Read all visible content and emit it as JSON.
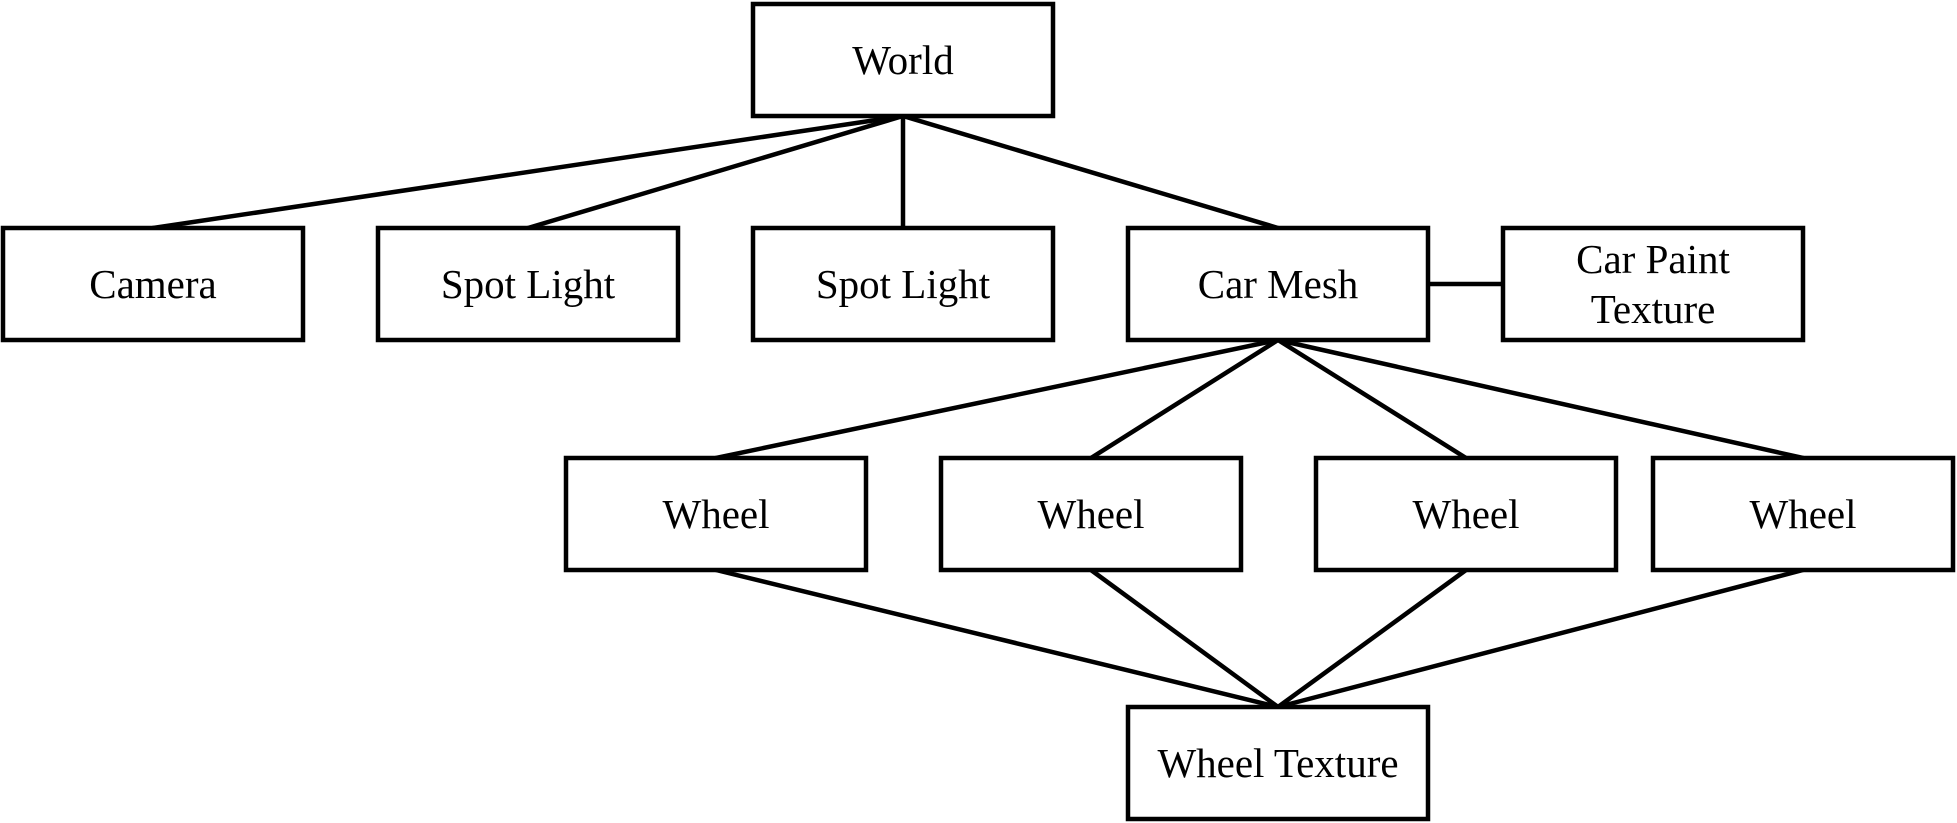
{
  "diagram": {
    "nodes": [
      {
        "id": "world",
        "label": [
          "World"
        ]
      },
      {
        "id": "camera",
        "label": [
          "Camera"
        ]
      },
      {
        "id": "spot-light-1",
        "label": [
          "Spot Light"
        ]
      },
      {
        "id": "spot-light-2",
        "label": [
          "Spot Light"
        ]
      },
      {
        "id": "car-mesh",
        "label": [
          "Car Mesh"
        ]
      },
      {
        "id": "car-paint-texture",
        "label": [
          "Car Paint",
          "Texture"
        ]
      },
      {
        "id": "wheel-1",
        "label": [
          "Wheel"
        ]
      },
      {
        "id": "wheel-2",
        "label": [
          "Wheel"
        ]
      },
      {
        "id": "wheel-3",
        "label": [
          "Wheel"
        ]
      },
      {
        "id": "wheel-4",
        "label": [
          "Wheel"
        ]
      },
      {
        "id": "wheel-texture",
        "label": [
          "Wheel Texture"
        ]
      }
    ],
    "edges": [
      {
        "from": "world",
        "to": "camera"
      },
      {
        "from": "world",
        "to": "spot-light-1"
      },
      {
        "from": "world",
        "to": "spot-light-2"
      },
      {
        "from": "world",
        "to": "car-mesh"
      },
      {
        "from": "car-mesh",
        "to": "car-paint-texture"
      },
      {
        "from": "car-mesh",
        "to": "wheel-1"
      },
      {
        "from": "car-mesh",
        "to": "wheel-2"
      },
      {
        "from": "car-mesh",
        "to": "wheel-3"
      },
      {
        "from": "car-mesh",
        "to": "wheel-4"
      },
      {
        "from": "wheel-1",
        "to": "wheel-texture"
      },
      {
        "from": "wheel-2",
        "to": "wheel-texture"
      },
      {
        "from": "wheel-3",
        "to": "wheel-texture"
      },
      {
        "from": "wheel-4",
        "to": "wheel-texture"
      }
    ]
  }
}
